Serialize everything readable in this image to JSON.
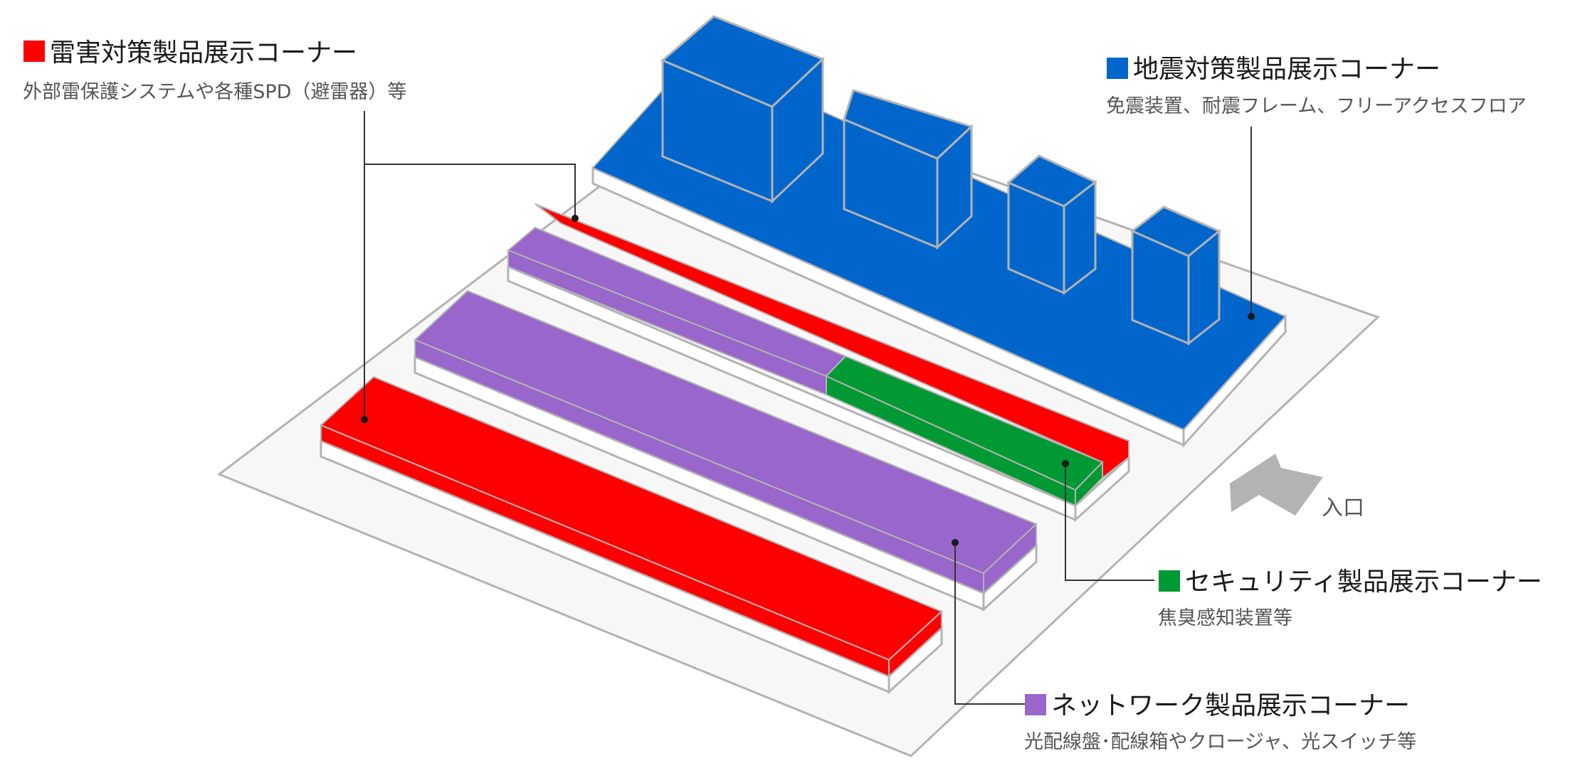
{
  "colors": {
    "lightning": "#ff0000",
    "seismic": "#0066cc",
    "security": "#009933",
    "network": "#9966cc",
    "floor": "#f7f7f7",
    "outline": "#b3b3b3",
    "arrow": "#b3b3b3"
  },
  "legend": {
    "lightning": {
      "title": "雷害対策製品展示コーナー",
      "desc": "外部雷保護システムや各種SPD（避雷器）等"
    },
    "seismic": {
      "title": "地震対策製品展示コーナー",
      "desc": "免震装置、耐震フレーム、フリーアクセスフロア"
    },
    "security": {
      "title": "セキュリティ製品展示コーナー",
      "desc": "焦臭感知装置等"
    },
    "network": {
      "title": "ネットワーク製品展示コーナー",
      "desc": "光配線盤･配線箱やクロージャ、光スイッチ等"
    }
  },
  "entrance": {
    "label": "入口",
    "icon": "arrow-left-icon"
  }
}
